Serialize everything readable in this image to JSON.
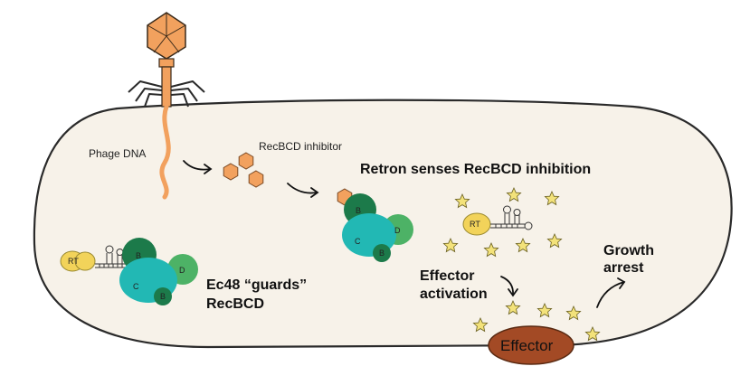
{
  "labels": {
    "phage_dna": "Phage DNA",
    "recbcd_inhibitor": "RecBCD inhibitor",
    "retron_senses": "Retron senses RecBCD inhibition",
    "ec48_line1": "Ec48 “guards”",
    "ec48_line2": "RecBCD",
    "effector_line1": "Effector",
    "effector_line2": "activation",
    "growth_line1": "Growth",
    "growth_line2": "arrest",
    "effector_box": "Effector"
  },
  "complex_left": {
    "rt": "RT",
    "b": "B",
    "c": "C",
    "d": "D",
    "b2": "B"
  },
  "complex_mid": {
    "b": "B",
    "c": "C",
    "d": "D",
    "b2": "B"
  },
  "rt_right": "RT",
  "colors": {
    "cell_fill": "#f7f2e9",
    "phage": "#f2a15e",
    "recB": "#1c7a4a",
    "recC": "#22b8b4",
    "recD": "#4db266",
    "rt": "#f2d35a",
    "effector": "#a34a25",
    "star": "#f3e27a"
  }
}
